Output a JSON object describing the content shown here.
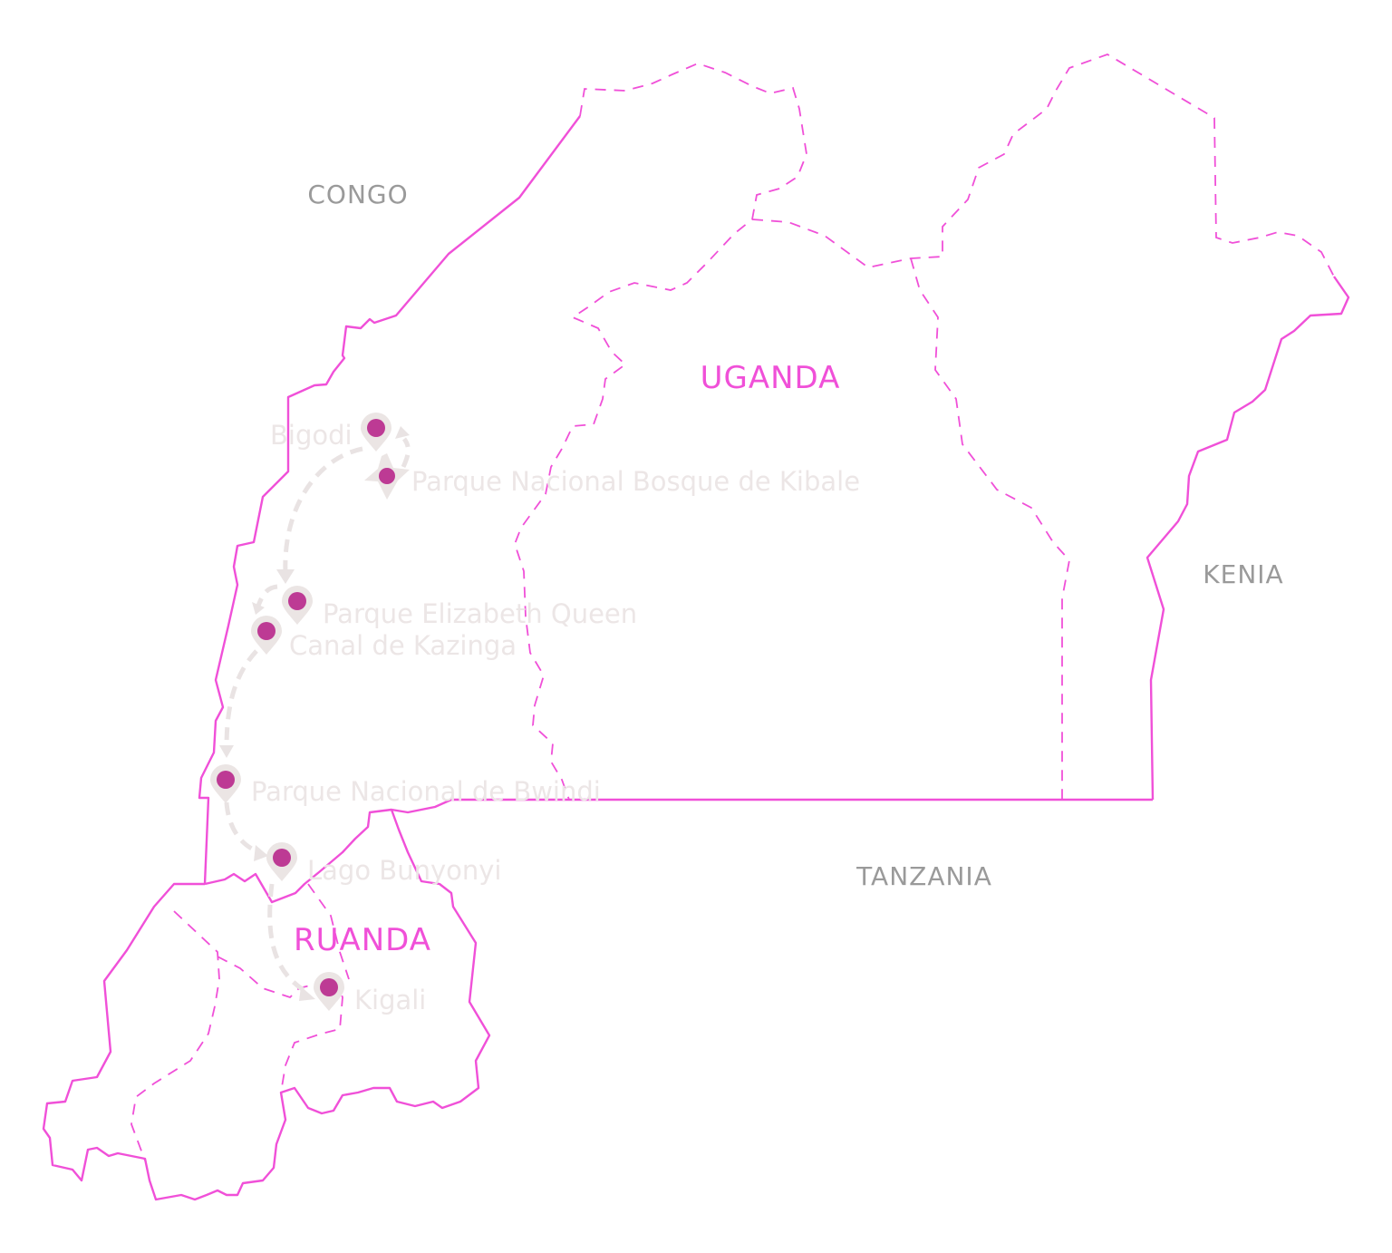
{
  "map": {
    "countries": {
      "congo": "CONGO",
      "uganda": "UGANDA",
      "rwanda": "RUANDA",
      "kenya": "KENIA",
      "tanzania": "TANZANIA"
    },
    "places": {
      "bigodi": "Bigodi",
      "kibale": "Parque Nacional Bosque de Kibale",
      "elizabeth": "Parque Elizabeth Queen",
      "kazinga": "Canal de Kazinga",
      "bwindi": "Parque Nacional de Bwindi",
      "bunyonyi": "Lago Bunyonyi",
      "kigali": "Kigali"
    },
    "colors": {
      "border": "#f050d8",
      "route": "#e9e3e3",
      "pin_dot": "#bd3a94",
      "country_label": "#9a9a9a"
    }
  }
}
